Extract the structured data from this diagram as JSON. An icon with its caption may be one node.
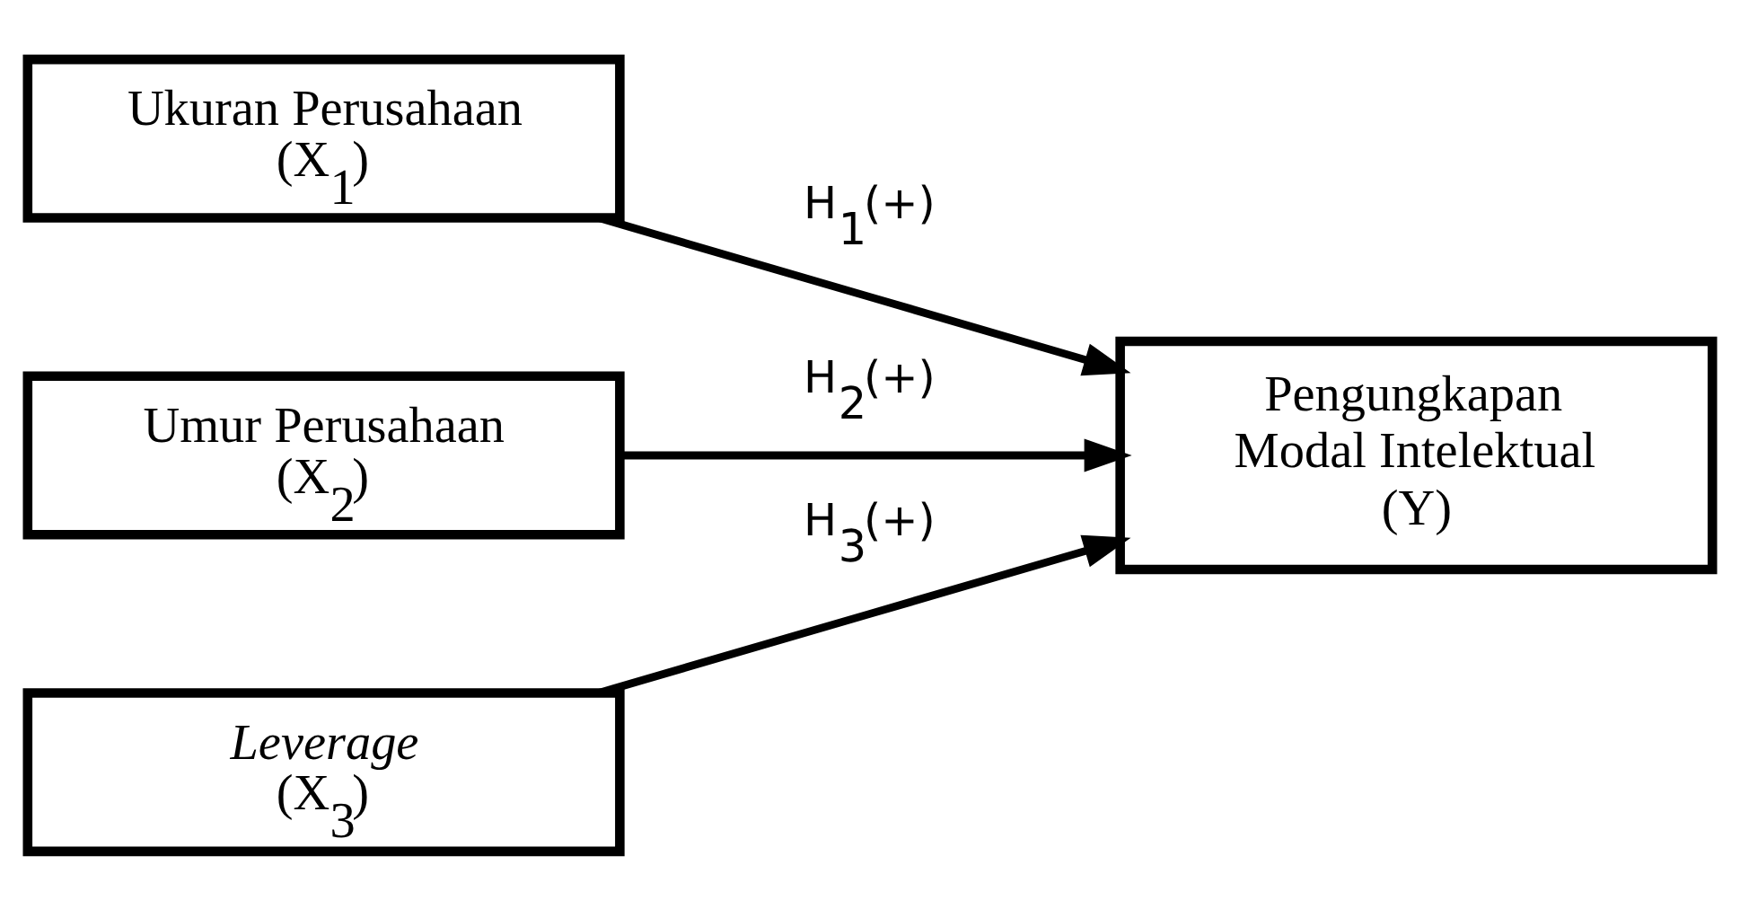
{
  "diagram": {
    "nodes": [
      {
        "text": [
          "Ukuran Perusahaan",
          "(X$_{1}$)"
        ]
      },
      {
        "text": [
          "Umur Perusahaan",
          "(X$_{2}$)"
        ]
      },
      {
        "text": [
          "Leverage",
          "(X$_{3}$)"
        ]
      },
      {
        "text": [
          "Pengungkapan Modal Intelektual",
          "(Y)"
        ]
      }
    ],
    "edges": [
      {
        "from": 0,
        "to": 3,
        "arrow": "to",
        "label": "H$_{1}$(+)"
      },
      {
        "from": 1,
        "to": 3,
        "arrow": "to",
        "label": "H$_{2}$(+)"
      },
      {
        "from": 2,
        "to": 3,
        "arrow": "to",
        "label": "H$_{3}$(+)"
      }
    ]
  }
}
